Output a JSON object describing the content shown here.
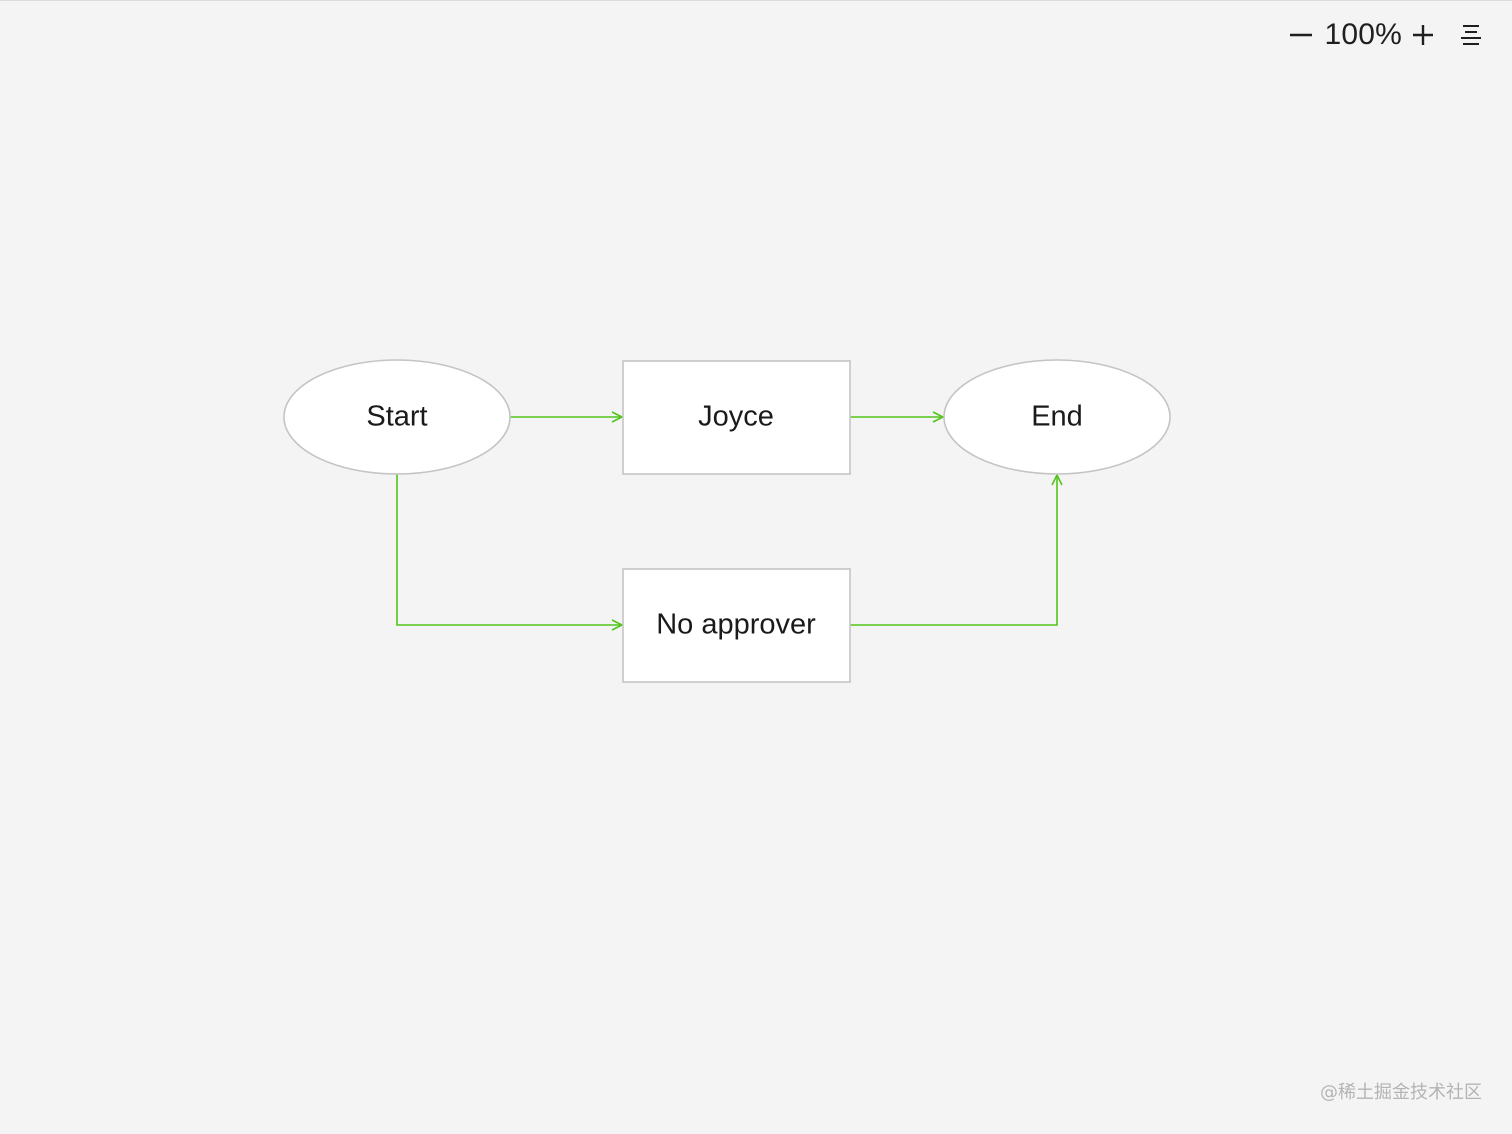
{
  "toolbar": {
    "zoom_level": "100%",
    "zoom_out_icon": "minus-icon",
    "zoom_in_icon": "plus-icon",
    "fit_icon": "align-center-icon"
  },
  "diagram": {
    "edge_color": "#52c41a",
    "node_border_color": "#c4c4c4",
    "nodes": {
      "start": {
        "label": "Start",
        "shape": "ellipse"
      },
      "joyce": {
        "label": "Joyce",
        "shape": "rect"
      },
      "end": {
        "label": "End",
        "shape": "ellipse"
      },
      "no_approver": {
        "label": "No approver",
        "shape": "rect"
      }
    },
    "edges": [
      {
        "from": "start",
        "to": "joyce"
      },
      {
        "from": "joyce",
        "to": "end"
      },
      {
        "from": "start",
        "to": "no_approver"
      },
      {
        "from": "no_approver",
        "to": "end"
      }
    ]
  },
  "watermark": "@稀土掘金技术社区"
}
